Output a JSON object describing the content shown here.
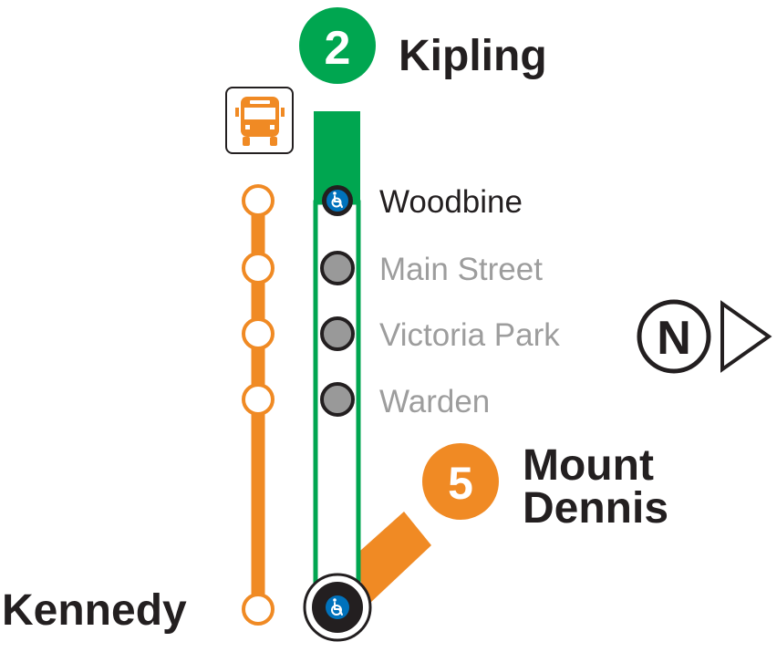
{
  "colors": {
    "line2": "#00a650",
    "line5": "#f08a24",
    "bus": "#f08a24",
    "closed_station": "#999999",
    "accessible_blue": "#0072bc",
    "text_dark": "#231f20",
    "text_muted": "#9d9d9d"
  },
  "line2": {
    "number": "2",
    "terminus": "Kipling"
  },
  "line5": {
    "number": "5",
    "terminus_line1": "Mount",
    "terminus_line2": "Dennis"
  },
  "north_arrow": {
    "letter": "N",
    "direction": "right"
  },
  "bus_icon": "bus-icon",
  "accessibility_icon": "wheelchair-icon",
  "stations": [
    {
      "name": "Woodbine",
      "status": "open",
      "accessible": true
    },
    {
      "name": "Main Street",
      "status": "closed",
      "accessible": false
    },
    {
      "name": "Victoria Park",
      "status": "closed",
      "accessible": false
    },
    {
      "name": "Warden",
      "status": "closed",
      "accessible": false
    }
  ],
  "terminal_station": {
    "name": "Kennedy",
    "accessible": true
  }
}
